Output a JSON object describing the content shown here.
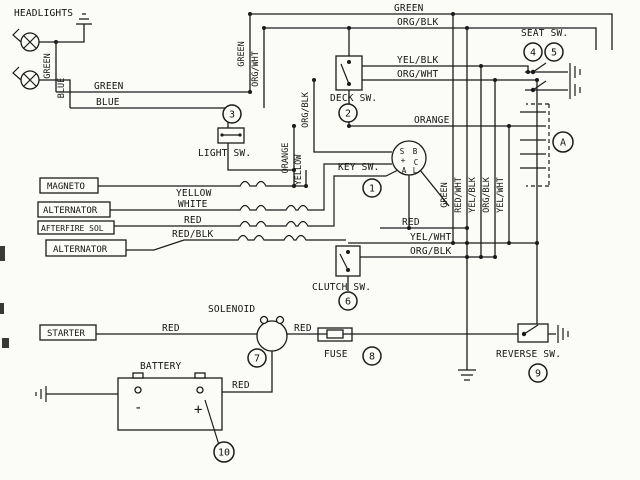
{
  "diagram": {
    "component_labels": {
      "headlights": "HEADLIGHTS",
      "seat_sw": "SEAT SW.",
      "deck_sw": "DECK SW.",
      "light_sw": "LIGHT SW.",
      "key_sw": "KEY SW.",
      "magneto": "MAGNETO",
      "alternator_1": "ALTERNATOR",
      "afterfire_sol": "AFTERFIRE SOL",
      "alternator_2": "ALTERNATOR",
      "clutch_sw": "CLUTCH SW.",
      "solenoid": "SOLENOID",
      "starter": "STARTER",
      "fuse": "FUSE",
      "reverse_sw": "REVERSE SW.",
      "battery": "BATTERY"
    },
    "callouts": {
      "c1": "1",
      "c2": "2",
      "c3": "3",
      "c4": "4",
      "c5": "5",
      "c6": "6",
      "c7": "7",
      "c8": "8",
      "c9": "9",
      "c10": "10",
      "cA": "A"
    },
    "key_switch_terminals": {
      "s": "S",
      "b": "B",
      "plus": "+",
      "c": "C",
      "a": "A",
      "l": "L"
    },
    "battery_terminals": {
      "neg": "-",
      "pos": "+"
    },
    "wire_labels": {
      "top_green": "GREEN",
      "top_org_blk": "ORG/BLK",
      "yel_blk_top": "YEL/BLK",
      "org_wht_top": "ORG/WHT",
      "lamp_green_v": "GREEN",
      "lamp_blue_v": "BLUE",
      "headlight_green": "GREEN",
      "headlight_blue": "BLUE",
      "mid_green_v": "GREEN",
      "mid_org_wht_v": "ORG/WHT",
      "mid_org_blk_v": "ORG/BLK",
      "orange_mid": "ORANGE",
      "orange_v": "ORANGE",
      "yellow_v": "YELLOW",
      "magneto_yellow": "YELLOW",
      "alt_white": "WHITE",
      "afterfire_red": "RED",
      "alt2_red_blk": "RED/BLK",
      "key_red": "RED",
      "yel_wht_mid": "YEL/WHT",
      "org_blk_mid": "ORG/BLK",
      "right_green_v": "GREEN",
      "right_red_wht_v": "RED/WHT",
      "right_yel_blk_v": "YEL/BLK",
      "right_org_blk_v": "ORG/BLK",
      "right_yel_wht_v": "YEL/WHT",
      "starter_red": "RED",
      "fuse_red": "RED",
      "battery_red": "RED"
    }
  }
}
